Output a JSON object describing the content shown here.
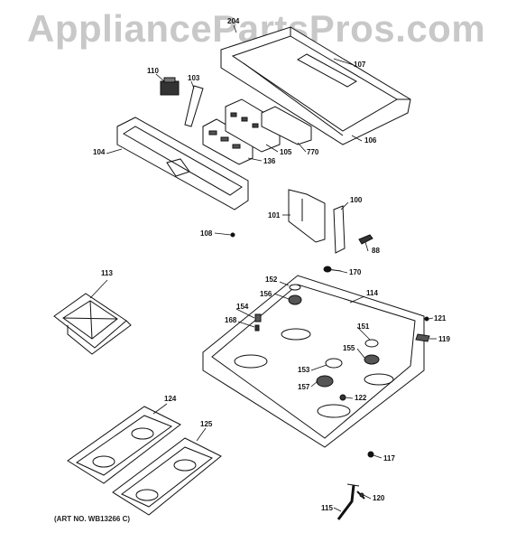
{
  "watermark": "AppliancePartsPros.com",
  "art_number": "(ART NO. WB13266 C)",
  "callouts": {
    "c204": "204",
    "c107": "107",
    "c110": "110",
    "c103": "103",
    "c104": "104",
    "c105": "105",
    "c136": "136",
    "c770": "770",
    "c106": "106",
    "c100": "100",
    "c101": "101",
    "c108": "108",
    "c88": "88",
    "c113": "113",
    "c152": "152",
    "c170": "170",
    "c114": "114",
    "c156": "156",
    "c154": "154",
    "c168": "168",
    "c151": "151",
    "c121": "121",
    "c119": "119",
    "c155": "155",
    "c153": "153",
    "c157": "157",
    "c122": "122",
    "c124": "124",
    "c125": "125",
    "c117": "117",
    "c120": "120",
    "c115": "115"
  }
}
